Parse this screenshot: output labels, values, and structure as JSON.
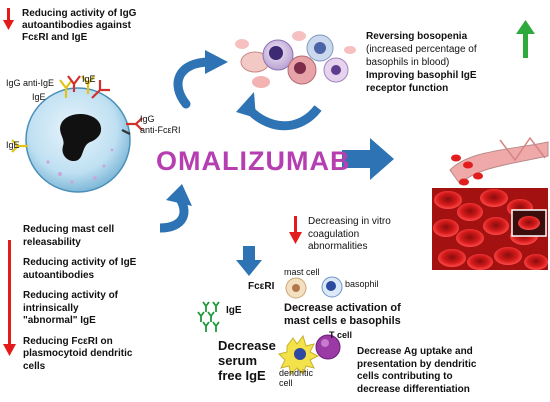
{
  "center": {
    "title": "OMALIZUMAB",
    "color": "#b53fb0"
  },
  "top_left": {
    "line1": "Reducing activity of IgG",
    "line2": "autoantibodies against",
    "line3": "FcεRI and IgE"
  },
  "cell_labels": {
    "igg_anti_ige": "IgG anti-IgE",
    "ige_top_right": "IgE",
    "ige_left_top": "IgE",
    "ige_left_bottom": "IgE",
    "igg_anti_fceri_1": "IgG",
    "igg_anti_fceri_2": "anti-FcεRI"
  },
  "top_right": {
    "line1": "Reversing bosopenia",
    "line2": "(increased percentage of",
    "line3": "basophils in blood)",
    "line4": "Improving basophil IgE",
    "line5": "receptor function"
  },
  "bottom_left": {
    "item1": "Reducing mast cell",
    "item1b": "releasability",
    "item2": "Reducing activity of IgE",
    "item2b": "autoantibodies",
    "item3": "Reducing activity of",
    "item3b": "intrinsically",
    "item3c": "\"abnormal\" IgE",
    "item4": "Reducing FcεRI on",
    "item4b": "plasmocytoid dendritic",
    "item4c": "cells"
  },
  "coagulation": {
    "line1": "Decreasing in vitro",
    "line2": "coagulation",
    "line3": "abnormalities"
  },
  "bottom_center": {
    "fceri": "FcεRI",
    "mast_cell": "mast cell",
    "basophil": "basophil",
    "activation1": "Decrease activation of",
    "activation2": "mast cells e basophils",
    "t_cell": "T cell",
    "dendritic1": "dendritic",
    "dendritic2": "cell",
    "ag1": "Decrease Ag uptake and",
    "ag2": "presentation by dendritic",
    "ag3": "cells contributing to",
    "ag4": "decrease differentiation"
  },
  "ige_block": {
    "ige": "IgE",
    "line1": "Decrease",
    "line2": "serum",
    "line3": "free IgE"
  },
  "colors": {
    "arrow_blue": "#2e74b5",
    "arrow_red": "#e41b1b",
    "arrow_green": "#2eaa3c",
    "ige_green": "#1d9a3a"
  },
  "icons": [
    "down-arrow-icon",
    "up-arrow-icon",
    "curved-arrow-icon",
    "cell-icon",
    "blood-cells-icon",
    "antibody-icon"
  ]
}
